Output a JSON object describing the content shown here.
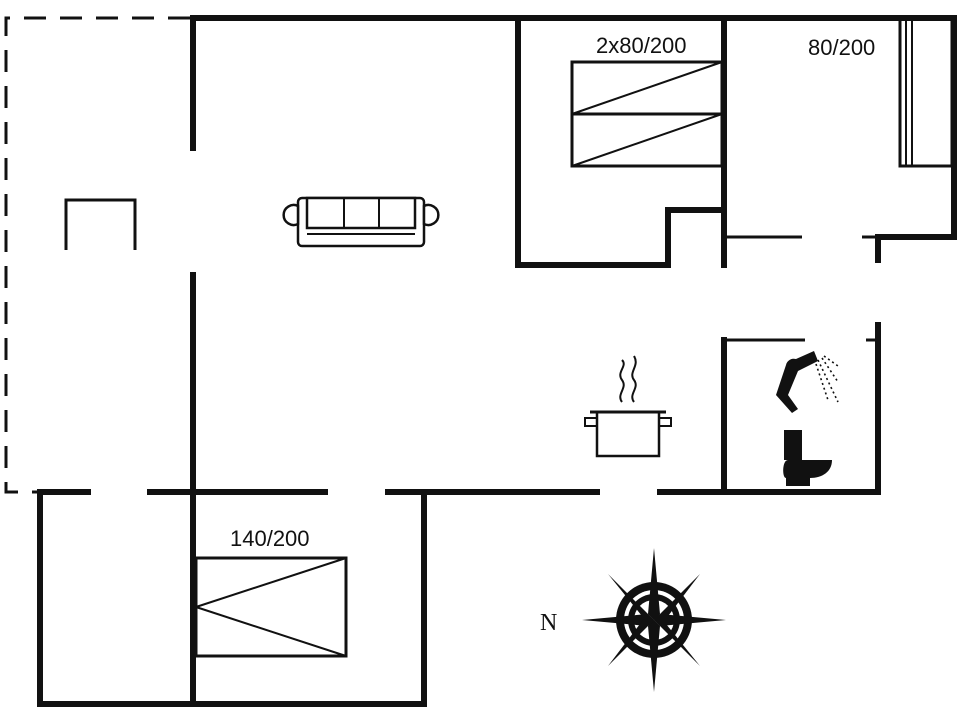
{
  "labels": {
    "bedroom_double": "2x80/200",
    "bedroom_single": "80/200",
    "bedroom_annex": "140/200",
    "compass_north": "N"
  },
  "icons": [
    "sofa-icon",
    "cooking-pot-icon",
    "shower-icon",
    "toilet-icon",
    "compass-rose-icon",
    "bed-icon",
    "wardrobe-icon"
  ],
  "colors": {
    "line": "#111111",
    "background": "#ffffff"
  }
}
